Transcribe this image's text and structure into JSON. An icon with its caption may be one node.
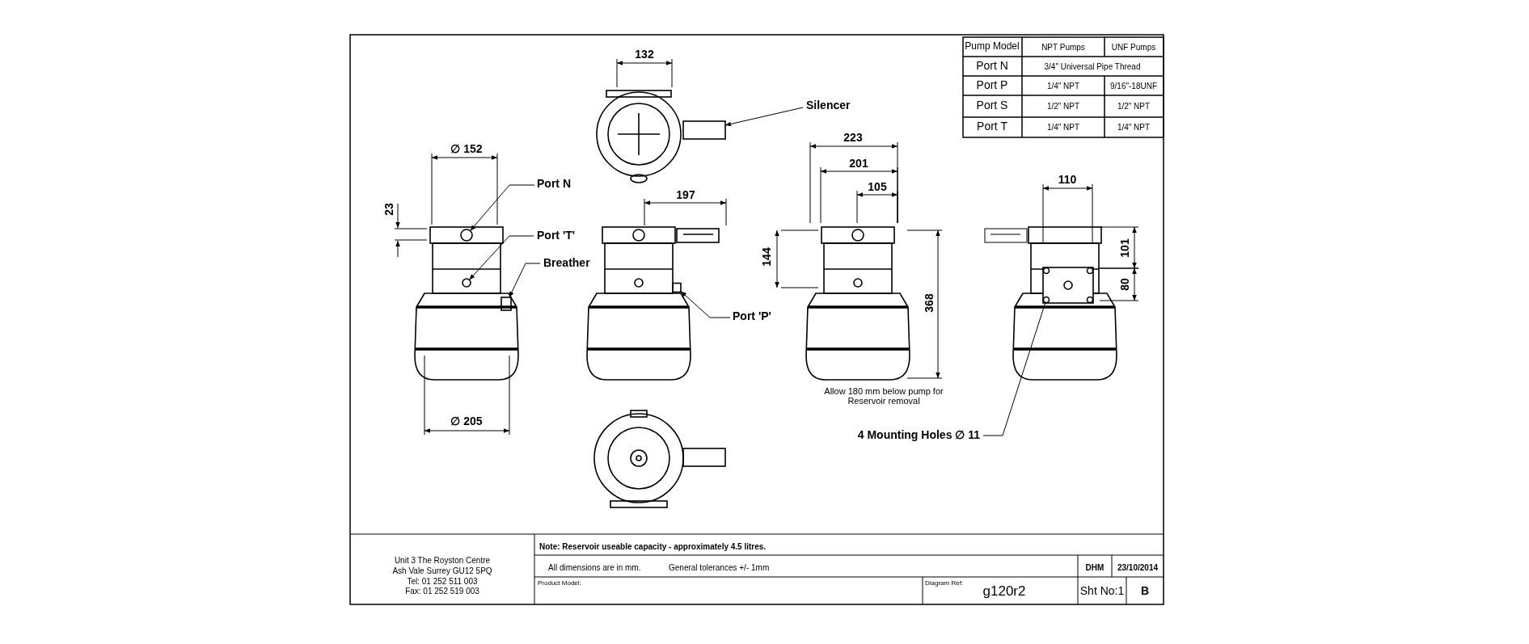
{
  "diagram": {
    "nodes": [
      {
        "text": [
          "Silencer"
        ]
      },
      {
        "text": [
          "Port N"
        ]
      },
      {
        "text": [
          "Port 'T'"
        ]
      },
      {
        "text": [
          "Breather"
        ]
      },
      {
        "text": [
          "Port 'P'"
        ]
      },
      {
        "text": [
          "4 Mounting Holes ∅ 11"
        ]
      },
      {
        "text": [],
        "shape": "box"
      },
      {
        "text": [],
        "shape": "circle"
      },
      {
        "text": [],
        "shape": "circle"
      },
      {
        "text": [],
        "shape": "box"
      },
      {
        "text": [],
        "shape": "box"
      },
      {
        "text": [],
        "shape": "circle"
      }
    ],
    "edges": [
      {
        "from": 0,
        "to": 6,
        "arrow": "to"
      },
      {
        "from": 1,
        "to": 7,
        "arrow": "to"
      },
      {
        "from": 2,
        "to": 8,
        "arrow": "to"
      },
      {
        "from": 3,
        "to": 9,
        "arrow": "to"
      },
      {
        "from": 4,
        "to": 10,
        "arrow": "to"
      },
      {
        "from": 5,
        "to": 11,
        "arrow": "none"
      }
    ],
    "labels": [
      "132",
      "∅ 152",
      "23",
      "197",
      "223",
      "201",
      "105",
      "144",
      "368",
      "110",
      "101",
      "80",
      "Allow 180 mm below pump for Reservoir removal",
      "∅ 205",
      "Pump Model",
      "NPT Pumps",
      "UNF Pumps",
      "Port N",
      "3/4\" Universal Pipe Thread",
      "Port P",
      "1/4\" NPT",
      "9/16\"-18UNF",
      "Port S",
      "1/2\" NPT",
      "1/2\" NPT",
      "Port T",
      "1/4\" NPT",
      "1/4\" NPT",
      "Unit 3 The Royston Centre",
      "Ash Vale Surrey GU12 5PQ",
      "Tel: 01 252 511 003",
      "Fax: 01 252 519 003",
      "Note: Reservoir useable capacity - approximately 4.5 litres.",
      "All dimensions are in mm.",
      "General tolerances +/- 1mm",
      "DHM",
      "23/10/2014",
      "Product Model:",
      "Diagram Ref:",
      "g120r2",
      "Sht No:1",
      "B"
    ]
  }
}
